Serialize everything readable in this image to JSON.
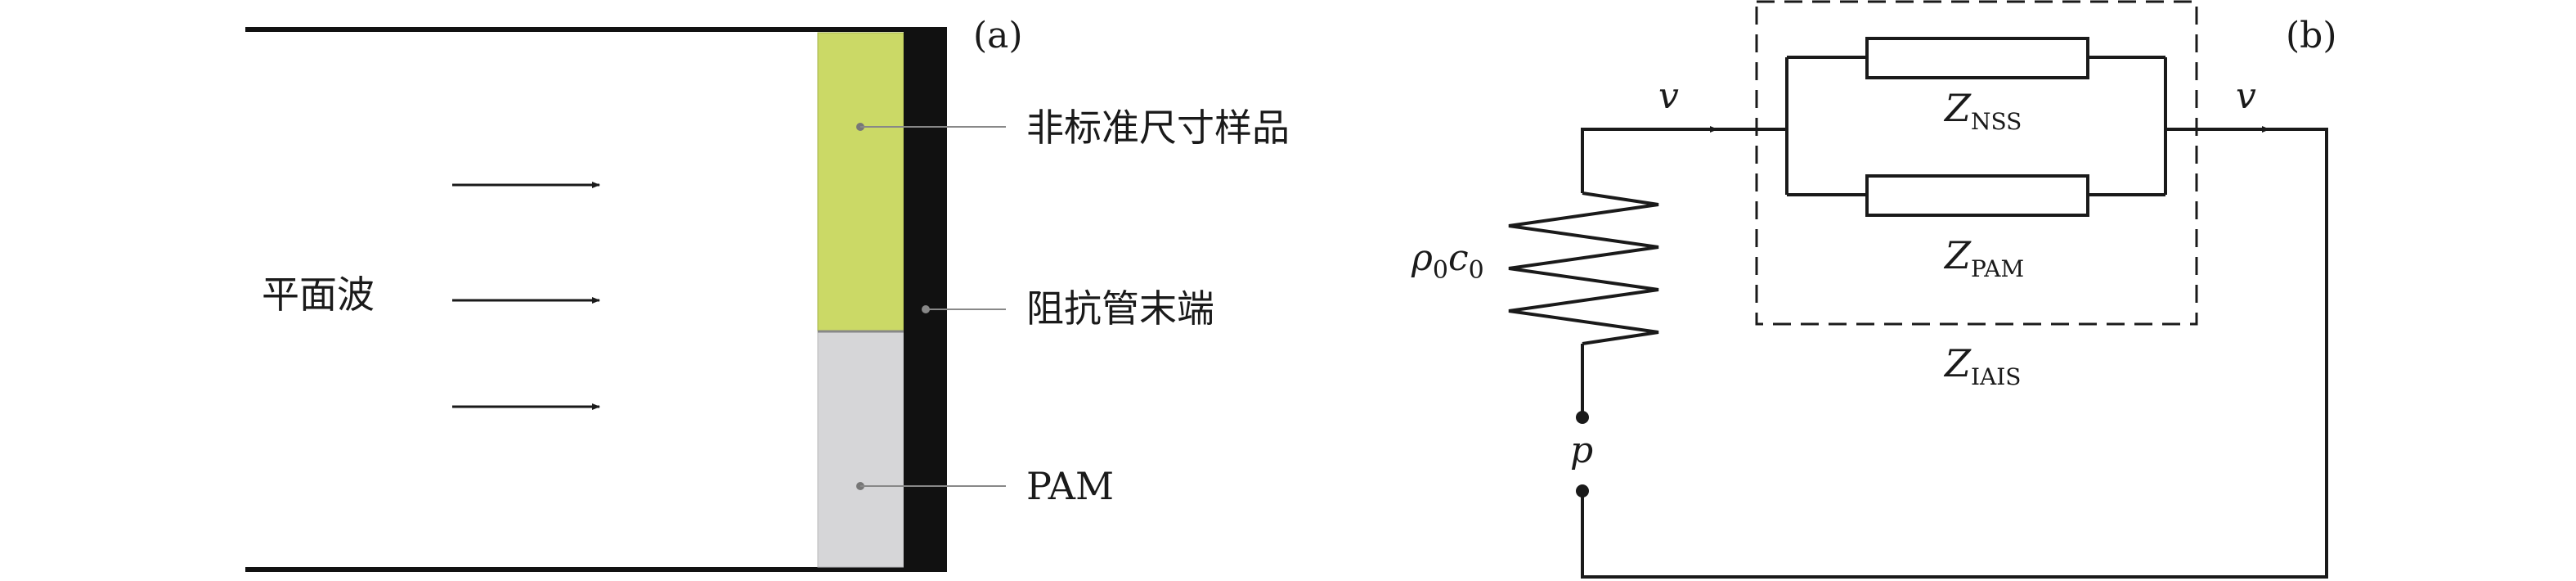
{
  "panel_a": {
    "label": "(a)",
    "incident_wave_label": "平面波",
    "sample_label": "非标准尺寸样品",
    "tube_end_label": "阻抗管末端",
    "pam_label": "PAM",
    "colors": {
      "sample": "#cbd966",
      "pam": "#d6d6d8",
      "backing": "#111111",
      "leader": "#888888"
    }
  },
  "panel_b": {
    "label": "(b)",
    "velocity_in": "v",
    "velocity_out": "v",
    "pressure": "p",
    "impedance_air": {
      "rho": "ρ",
      "rho_sub": "0",
      "c": "c",
      "c_sub": "0"
    },
    "z_nss": {
      "main": "Z",
      "sub": "NSS"
    },
    "z_pam": {
      "main": "Z",
      "sub": "PAM"
    },
    "z_iais": {
      "main": "Z",
      "sub": "IAIS"
    }
  }
}
